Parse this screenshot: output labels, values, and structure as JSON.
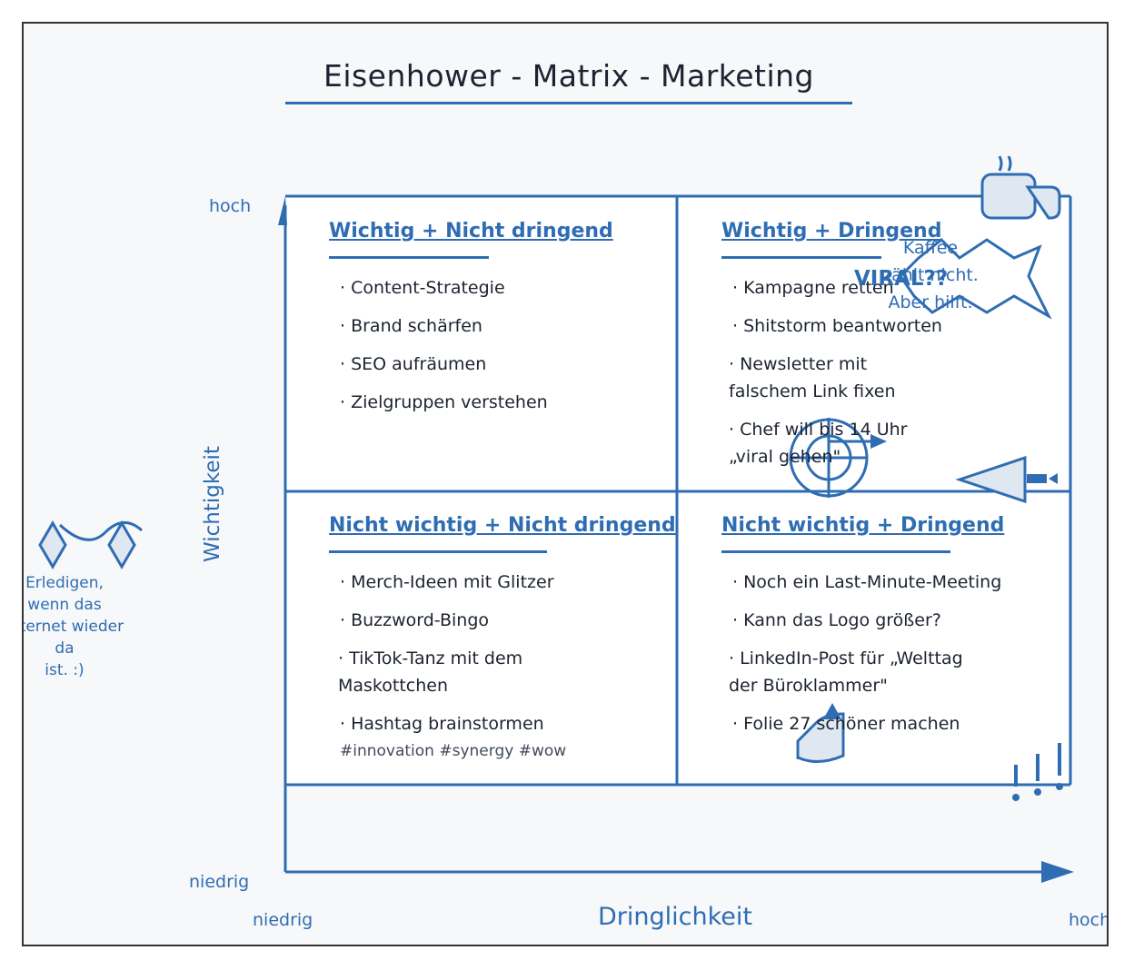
{
  "title": "Eisenhower - Matrix - Marketing",
  "colors": {
    "accent": "#2f6db3",
    "text": "#1c2330",
    "background": "#f7f8fa",
    "quadrant_fill": "#ffffff",
    "icon_fill": "#dfe7f1"
  },
  "axes": {
    "y_title": "Wichtigkeit",
    "y_high": "hoch",
    "y_low": "niedrig",
    "x_title": "Dringlichkeit",
    "x_low": "niedrig",
    "x_high": "hoch"
  },
  "quadrants": [
    {
      "id": "important-not-urgent",
      "title": "Wichtig + Nicht dringend",
      "items": [
        {
          "text": "· Content-Strategie"
        },
        {
          "text": "· Brand schärfen"
        },
        {
          "text": "· SEO aufräumen"
        },
        {
          "text": "· Zielgruppen verstehen"
        }
      ]
    },
    {
      "id": "important-urgent",
      "title": "Wichtig + Dringend",
      "items": [
        {
          "text": "· Kampagne retten"
        },
        {
          "text": "· Shitstorm beantworten"
        },
        {
          "text": "· Newsletter mit falschem Link fixen"
        },
        {
          "text": "· Chef will bis 14 Uhr „viral gehen\""
        }
      ]
    },
    {
      "id": "not-important-not-urgent",
      "title": "Nicht wichtig + Nicht dringend",
      "items": [
        {
          "text": "· Merch-Ideen mit Glitzer"
        },
        {
          "text": "· Buzzword-Bingo"
        },
        {
          "text": "· TikTok-Tanz mit dem Maskottchen"
        },
        {
          "text": "· Hashtag brainstormen",
          "sub": "#innovation #synergy #wow"
        }
      ]
    },
    {
      "id": "not-important-urgent",
      "title": "Nicht wichtig + Dringend",
      "items": [
        {
          "text": "· Noch ein Last-Minute-Meeting"
        },
        {
          "text": "· Kann das Logo größer?"
        },
        {
          "text": "· LinkedIn-Post für „Welttag der Büroklammer\""
        },
        {
          "text": "· Folie 27 schöner machen"
        }
      ]
    }
  ],
  "annotations": {
    "coffee_note": [
      "Kaffee",
      "zählt nicht.",
      "Aber hilft."
    ],
    "viral_badge": "VIRAL??",
    "left_note": [
      "Erledigen,",
      "wenn das",
      "Internet wieder da",
      "ist. :)"
    ]
  },
  "icons": [
    "coffee-cup-icon",
    "speech-burst-icon",
    "target-crosshair-icon",
    "megaphone-icon",
    "wifi-disconnected-icon",
    "paper-rocket-icon",
    "exclamation-marks-icon"
  ]
}
